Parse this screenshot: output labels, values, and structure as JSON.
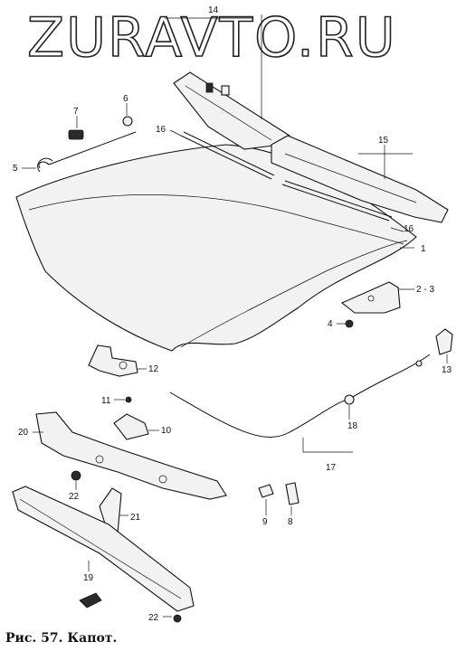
{
  "watermark": "ZURAVTO.RU",
  "caption": "Рис. 57. Капот.",
  "callouts": {
    "p1": "1",
    "p2_3": "2 - 3",
    "p4": "4",
    "p5": "5",
    "p6": "6",
    "p7": "7",
    "p8": "8",
    "p9": "9",
    "p10": "10",
    "p11": "11",
    "p12": "12",
    "p13": "13",
    "p14": "14",
    "p15": "15",
    "p16a": "16",
    "p16b": "16",
    "p17": "17",
    "p18": "18",
    "p19": "19",
    "p20": "20",
    "p21": "21",
    "p22a": "22",
    "p22b": "22"
  }
}
